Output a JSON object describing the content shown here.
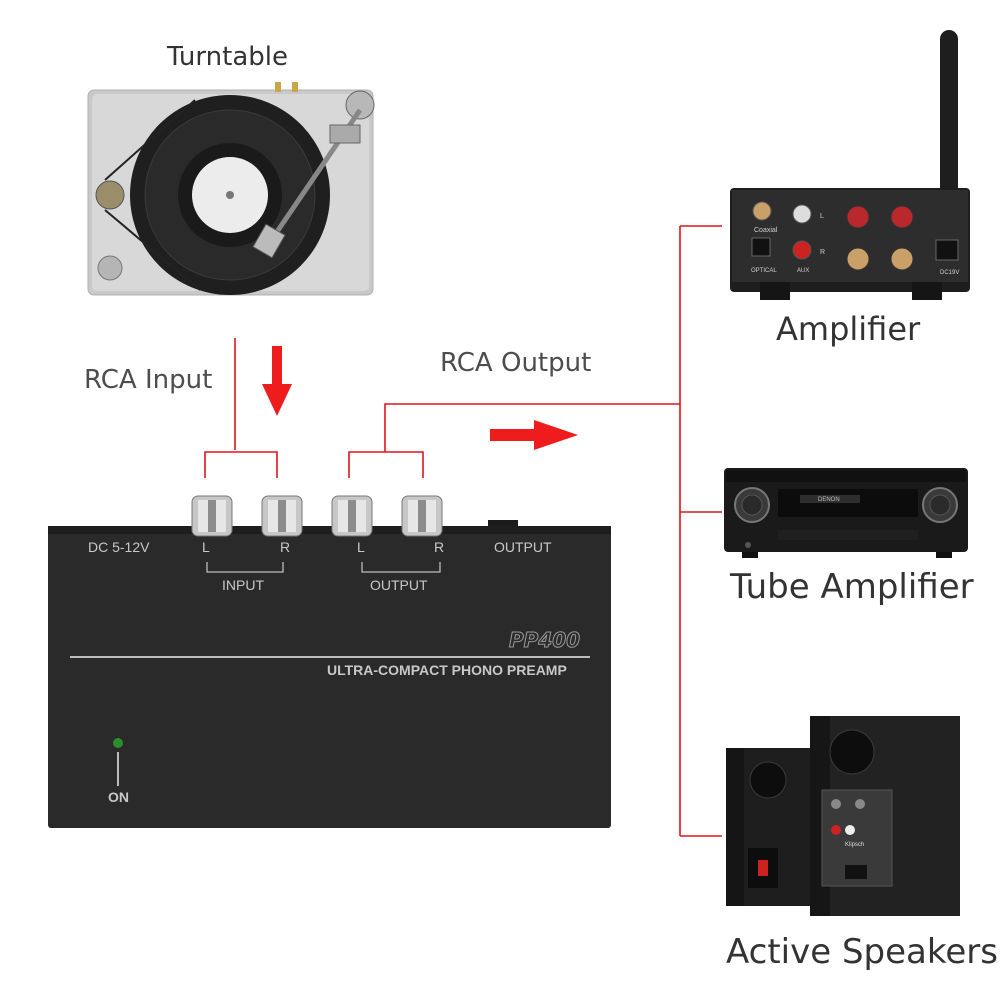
{
  "labels": {
    "turntable": "Turntable",
    "rca_input": "RCA Input",
    "rca_output": "RCA Output",
    "amplifier": "Amplifier",
    "tube_amplifier": "Tube Amplifier",
    "active_speakers": "Active Speakers"
  },
  "preamp": {
    "dc": "DC 5-12V",
    "in_l": "L",
    "in_r": "R",
    "input": "INPUT",
    "out_l": "L",
    "out_r": "R",
    "output": "OUTPUT",
    "output_right": "OUTPUT",
    "model": "PP400",
    "subtitle": "ULTRA-COMPACT PHONO PREAMP",
    "power": "ON"
  },
  "amplifier_panel": {
    "coaxial": "Coaxial",
    "optical": "OPTICAL",
    "aux": "AUX",
    "dc": "DC19V",
    "l": "L",
    "r": "R"
  },
  "receiver_panel": {
    "brand": "DENON"
  },
  "speaker_panel": {
    "brand": "Klipsch"
  },
  "colors": {
    "connector": "#e0151b",
    "arrow": "#ee1c1c",
    "text": "#333333",
    "panel": "#2b2b2b"
  }
}
